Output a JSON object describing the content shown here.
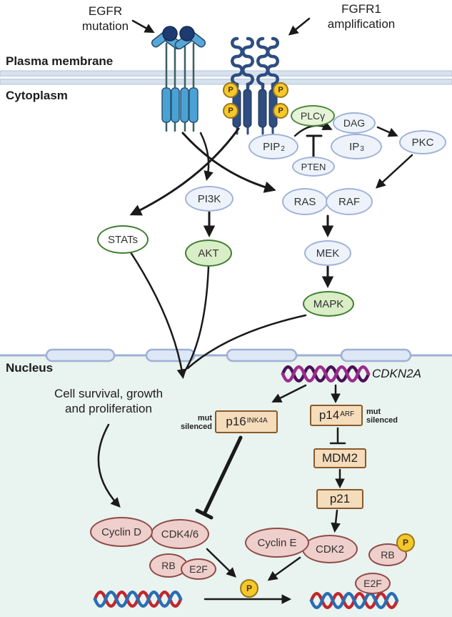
{
  "diagram": {
    "egfr": {
      "line1": "EGFR",
      "line2": "mutation"
    },
    "fgfr1": {
      "line1": "FGFR1",
      "line2": "amplification"
    },
    "compartments": {
      "plasma_membrane": "Plasma membrane",
      "cytoplasm": "Cytoplasm",
      "nucleus": "Nucleus"
    },
    "nodes": {
      "plcg": "PLCγ",
      "dag": "DAG",
      "pip2": {
        "label": "PIP",
        "sub": "2"
      },
      "ip3": {
        "label": "IP",
        "sub": "3"
      },
      "pten": "PTEN",
      "pkc": "PKC",
      "pi3k": "PI3K",
      "ras": "RAS",
      "raf": "RAF",
      "stats": "STATs",
      "akt": "AKT",
      "mek": "MEK",
      "mapk": "MAPK"
    },
    "gene": "CDKN2A",
    "outcome": {
      "line1": "Cell survival,  growth",
      "line2": "and proliferation"
    },
    "suppressors": {
      "p16": {
        "label": "p16",
        "sup": "INK4A"
      },
      "p14": {
        "label": "p14",
        "sup": "ARF"
      },
      "mdm2": "MDM2",
      "p21": "p21",
      "mut": {
        "line1": "mut",
        "line2": "silenced"
      }
    },
    "cycle": {
      "cyclin_d": "Cyclin D",
      "cdk46": "CDK4/6",
      "rb": "RB",
      "e2f": "E2F",
      "cyclin_e": "Cyclin E",
      "cdk2": "CDK2"
    },
    "phosphate": "P"
  },
  "colors": {
    "blue_node_border": "#9fb2d9",
    "green_node_border": "#3e7d2f",
    "green_node_fill": "#d9edc6",
    "tan_box_fill": "#f5dcba",
    "tan_box_border": "#8a5a2c",
    "pink_fill": "#efcfcb",
    "pink_border": "#8d4c48",
    "phosphate_fill": "#f5c82c",
    "egfr_receptor": "#4aa2d4",
    "fgfr1_receptor": "#2e4d80",
    "dna_purple_dark": "#4a1058",
    "dna_purple_light": "#9c2b8f",
    "dna_red": "#c1272d",
    "dna_blue": "#2a6db5",
    "nucleus_bg": "#e9f3ef",
    "arrow": "#1a1a1a"
  }
}
